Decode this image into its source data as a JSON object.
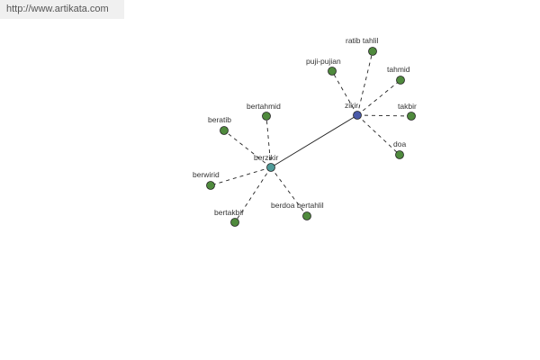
{
  "source_link": {
    "text": "http://www.artikata.com"
  },
  "colors": {
    "leaf_fill": "#4f8a3d",
    "zikir_fill": "#4a5aa8",
    "berzikir_fill": "#4f9a98",
    "node_stroke": "#222222",
    "edge": "#222222"
  },
  "graph": {
    "nodes": [
      {
        "id": "zikir",
        "label": "zikir",
        "kind": "hub-zikir"
      },
      {
        "id": "berzikir",
        "label": "berzikir",
        "kind": "hub-berzikir"
      },
      {
        "id": "ratib-tahlil",
        "label": "ratib tahlil",
        "kind": "leaf"
      },
      {
        "id": "puji-pujian",
        "label": "puji-pujian",
        "kind": "leaf"
      },
      {
        "id": "tahmid",
        "label": "tahmid",
        "kind": "leaf"
      },
      {
        "id": "takbir",
        "label": "takbir",
        "kind": "leaf"
      },
      {
        "id": "doa",
        "label": "doa",
        "kind": "leaf"
      },
      {
        "id": "bertahmid",
        "label": "bertahmid",
        "kind": "leaf"
      },
      {
        "id": "beratib",
        "label": "beratib",
        "kind": "leaf"
      },
      {
        "id": "berwirid",
        "label": "berwirid",
        "kind": "leaf"
      },
      {
        "id": "bertakbir",
        "label": "bertakbir",
        "kind": "leaf"
      },
      {
        "id": "berdoa-bertahlil",
        "label": "berdoa bertahlil",
        "kind": "leaf"
      }
    ],
    "edges": [
      {
        "from": "zikir",
        "to": "berzikir",
        "style": "solid"
      },
      {
        "from": "zikir",
        "to": "ratib-tahlil",
        "style": "dashed"
      },
      {
        "from": "zikir",
        "to": "puji-pujian",
        "style": "dashed"
      },
      {
        "from": "zikir",
        "to": "tahmid",
        "style": "dashed"
      },
      {
        "from": "zikir",
        "to": "takbir",
        "style": "dashed"
      },
      {
        "from": "zikir",
        "to": "doa",
        "style": "dashed"
      },
      {
        "from": "berzikir",
        "to": "bertahmid",
        "style": "dashed"
      },
      {
        "from": "berzikir",
        "to": "beratib",
        "style": "dashed"
      },
      {
        "from": "berzikir",
        "to": "berwirid",
        "style": "dashed"
      },
      {
        "from": "berzikir",
        "to": "bertakbir",
        "style": "dashed"
      },
      {
        "from": "berzikir",
        "to": "berdoa-bertahlil",
        "style": "dashed"
      }
    ]
  }
}
